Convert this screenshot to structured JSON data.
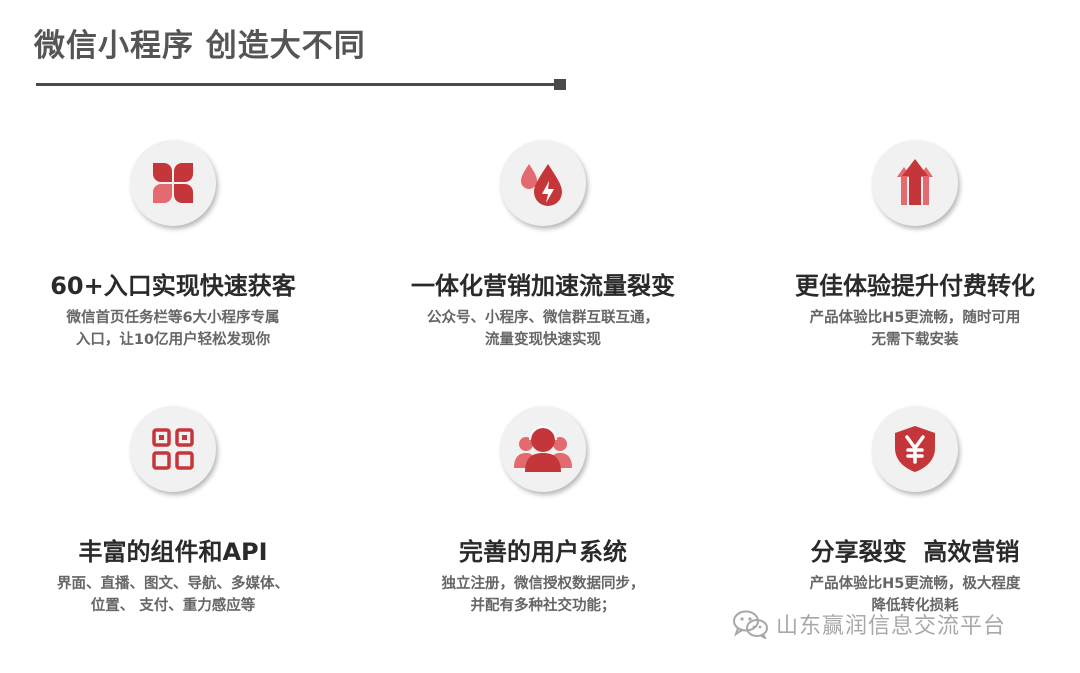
{
  "title": "微信小程序 创造大不同",
  "colors": {
    "accent": "#c5363a",
    "accent_light": "#e36a6e",
    "title_gray": "#555555",
    "rule": "#4a4a4a"
  },
  "features": [
    {
      "icon": "clover-icon",
      "heading": "60+入口实现快速获客",
      "desc_lines": [
        "微信首页任务栏等6大小程序专属",
        "入口，让10亿用户轻松发现你"
      ]
    },
    {
      "icon": "droplets-lightning-icon",
      "heading": "一体化营销加速流量裂变",
      "desc_lines": [
        "公众号、小程序、微信群互联互通，",
        "流量变现快速实现"
      ]
    },
    {
      "icon": "up-arrows-icon",
      "heading": "更佳体验提升付费转化",
      "desc_lines": [
        "产品体验比H5更流畅，随时可用",
        "无需下载安装"
      ]
    },
    {
      "icon": "component-grid-icon",
      "heading": "丰富的组件和API",
      "desc_lines": [
        "界面、直播、图文、导航、多媒体、",
        "位置、 支付、重力感应等"
      ]
    },
    {
      "icon": "user-group-icon",
      "heading": "完善的用户系统",
      "desc_lines": [
        "独立注册，微信授权数据同步，",
        "并配有多种社交功能；"
      ]
    },
    {
      "icon": "yuan-shield-icon",
      "heading": "分享裂变  高效营销",
      "desc_lines": [
        "产品体验比H5更流畅，极大程度",
        "降低转化损耗"
      ]
    }
  ],
  "footer": {
    "logo_icon": "wechat-icon",
    "text": "山东赢润信息交流平台"
  }
}
